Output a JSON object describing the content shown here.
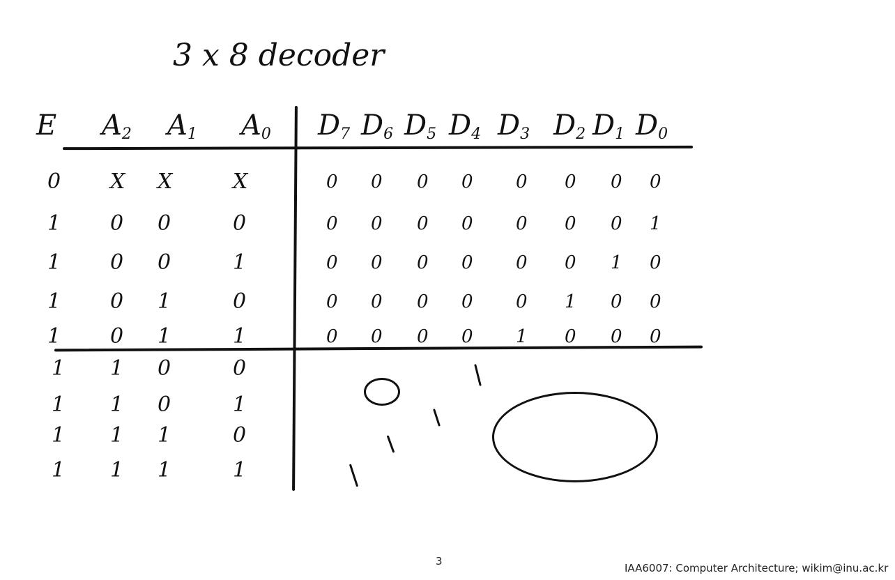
{
  "slide": {
    "title": "3 x 8 decoder",
    "page_number": "3",
    "footer": "IAA6007: Computer Architecture; wikim@inu.ac.kr"
  },
  "table": {
    "input_headers": [
      {
        "base": "E",
        "sub": ""
      },
      {
        "base": "A",
        "sub": "2"
      },
      {
        "base": "A",
        "sub": "1"
      },
      {
        "base": "A",
        "sub": "0"
      }
    ],
    "output_headers": [
      {
        "base": "D",
        "sub": "7"
      },
      {
        "base": "D",
        "sub": "6"
      },
      {
        "base": "D",
        "sub": "5"
      },
      {
        "base": "D",
        "sub": "4"
      },
      {
        "base": "D",
        "sub": "3"
      },
      {
        "base": "D",
        "sub": "2"
      },
      {
        "base": "D",
        "sub": "1"
      },
      {
        "base": "D",
        "sub": "0"
      }
    ],
    "rows_top": [
      {
        "inputs": [
          "0",
          "X",
          "X",
          "X"
        ],
        "outputs": [
          "0",
          "0",
          "0",
          "0",
          "0",
          "0",
          "0",
          "0"
        ]
      },
      {
        "inputs": [
          "1",
          "0",
          "0",
          "0"
        ],
        "outputs": [
          "0",
          "0",
          "0",
          "0",
          "0",
          "0",
          "0",
          "1"
        ]
      },
      {
        "inputs": [
          "1",
          "0",
          "0",
          "1"
        ],
        "outputs": [
          "0",
          "0",
          "0",
          "0",
          "0",
          "0",
          "1",
          "0"
        ]
      },
      {
        "inputs": [
          "1",
          "0",
          "1",
          "0"
        ],
        "outputs": [
          "0",
          "0",
          "0",
          "0",
          "0",
          "1",
          "0",
          "0"
        ]
      },
      {
        "inputs": [
          "1",
          "0",
          "1",
          "1"
        ],
        "outputs": [
          "0",
          "0",
          "0",
          "0",
          "1",
          "0",
          "0",
          "0"
        ]
      }
    ],
    "rows_bottom": [
      {
        "inputs": [
          "1",
          "1",
          "0",
          "0"
        ]
      },
      {
        "inputs": [
          "1",
          "1",
          "0",
          "1"
        ]
      },
      {
        "inputs": [
          "1",
          "1",
          "1",
          "0"
        ]
      },
      {
        "inputs": [
          "1",
          "1",
          "1",
          "1"
        ]
      }
    ],
    "partial_bottom_outputs": [
      "1",
      "1",
      "1",
      "1"
    ]
  }
}
